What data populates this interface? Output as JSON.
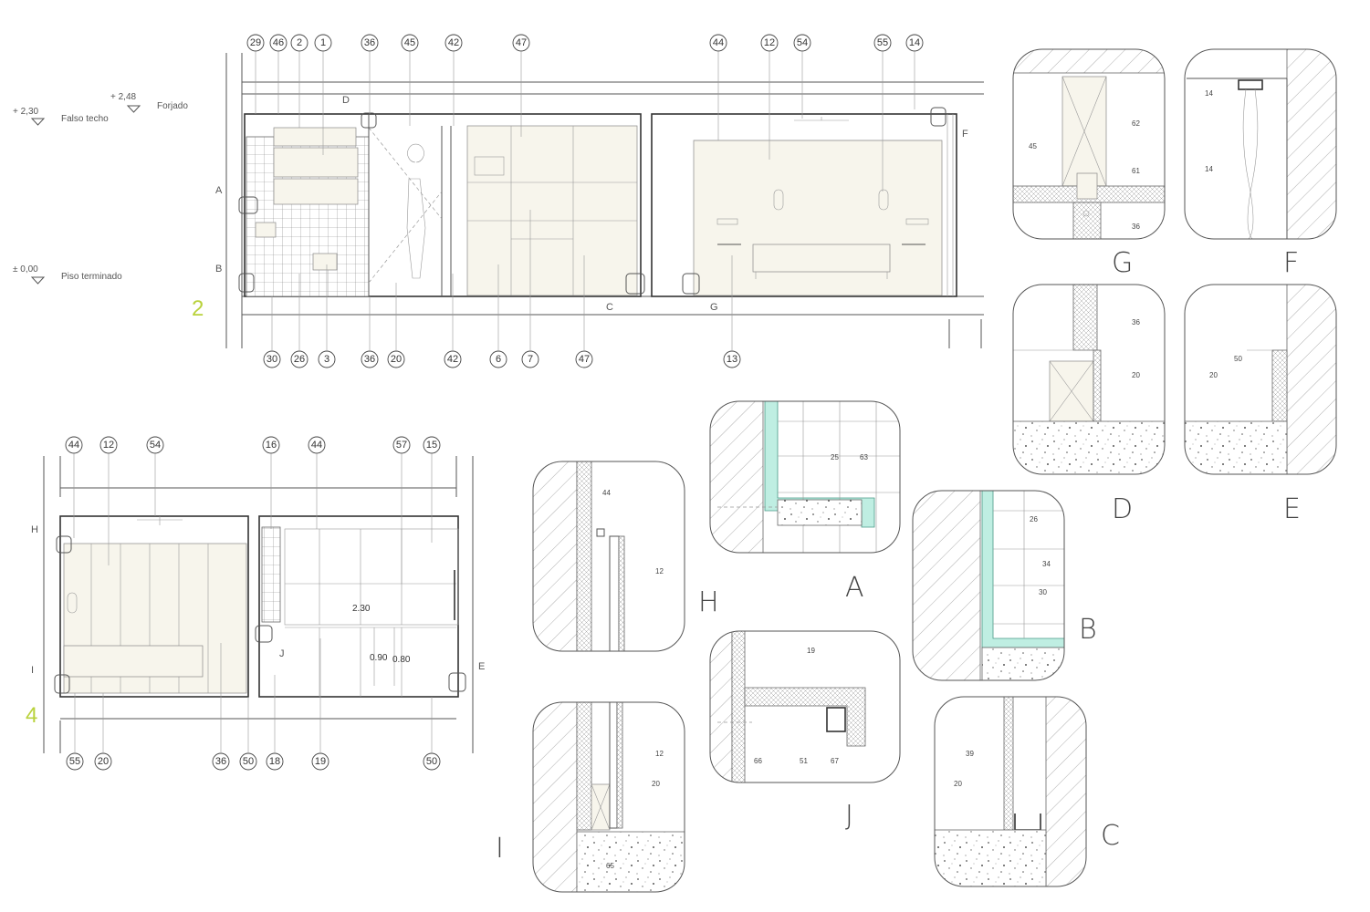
{
  "elev2": {
    "top_refs": [
      "29",
      "46",
      "2",
      "1",
      "36",
      "45",
      "42",
      "47",
      "44",
      "12",
      "54",
      "55",
      "14"
    ],
    "bottom_refs": [
      "30",
      "26",
      "3",
      "36",
      "20",
      "42",
      "6",
      "7",
      "47",
      "13"
    ],
    "detail_marks": [
      "A",
      "B",
      "G",
      "C",
      "D",
      "F"
    ],
    "number": "2"
  },
  "levels": [
    {
      "value": "+ 2,30",
      "label": "Falso techo"
    },
    {
      "value": "+ 2,48",
      "label": "Forjado"
    },
    {
      "value": "± 0,00",
      "label": "Piso terminado"
    }
  ],
  "elev4": {
    "top_refs": [
      "44",
      "12",
      "54",
      "16",
      "44",
      "57",
      "15"
    ],
    "bottom_refs": [
      "55",
      "20",
      "36",
      "50",
      "18",
      "19",
      "50"
    ],
    "detail_marks": [
      "H",
      "I",
      "J",
      "E"
    ],
    "number": "4",
    "dims": [
      "2.30",
      "0.90",
      "0.80"
    ]
  },
  "details": {
    "G": {
      "letter": "G",
      "labels": [
        "62",
        "45",
        "61",
        "36"
      ]
    },
    "F": {
      "letter": "F",
      "labels": [
        "14",
        "14"
      ]
    },
    "D": {
      "letter": "D",
      "labels": [
        "36",
        "20"
      ]
    },
    "E": {
      "letter": "E",
      "labels": [
        "50",
        "20"
      ]
    },
    "A": {
      "letter": "A",
      "labels": [
        "25",
        "63"
      ]
    },
    "H": {
      "letter": "H",
      "labels": [
        "44",
        "12"
      ]
    },
    "B": {
      "letter": "B",
      "labels": [
        "26",
        "34",
        "30"
      ]
    },
    "J": {
      "letter": "J",
      "labels": [
        "19",
        "66",
        "51",
        "67"
      ]
    },
    "I": {
      "letter": "I",
      "labels": [
        "12",
        "20",
        "65"
      ]
    },
    "C": {
      "letter": "C",
      "labels": [
        "39",
        "20"
      ]
    }
  }
}
